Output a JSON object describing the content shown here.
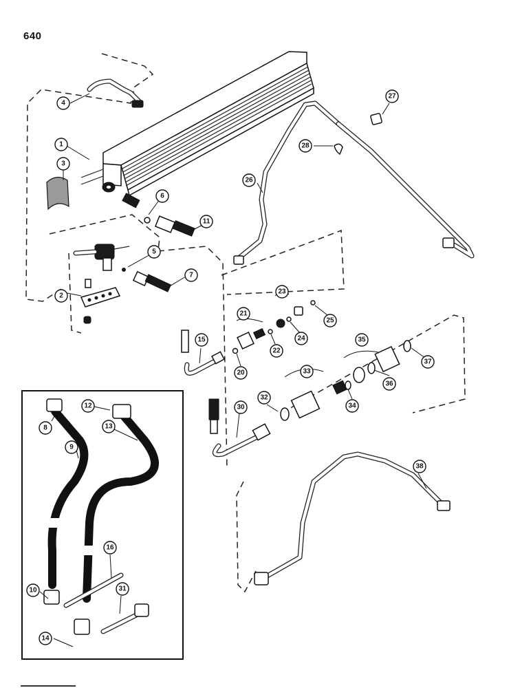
{
  "page": {
    "number": "640"
  },
  "callouts": [
    "1",
    "2",
    "3",
    "4",
    "5",
    "6",
    "7",
    "8",
    "9",
    "10",
    "11",
    "12",
    "13",
    "14",
    "15",
    "16",
    "20",
    "21",
    "22",
    "23",
    "24",
    "25",
    "26",
    "27",
    "28",
    "30",
    "31",
    "32",
    "33",
    "34",
    "35",
    "36",
    "37",
    "38"
  ]
}
